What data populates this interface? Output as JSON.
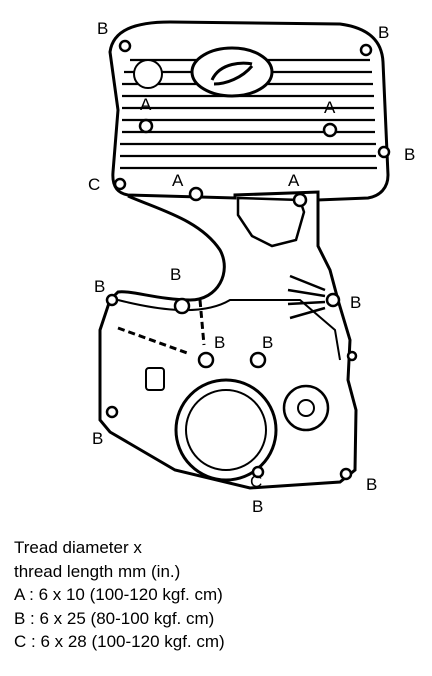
{
  "labels": {
    "a_top_left": "A",
    "a_top_right": "A",
    "a_mid_left": "A",
    "a_mid_right": "A",
    "b_top_left": "B",
    "b_top_right": "B",
    "b_right_upper": "B",
    "b_left_mid": "B",
    "b_inner_upper": "B",
    "b_right_mid": "B",
    "b_center_left": "B",
    "b_center_right": "B",
    "b_left_lower": "B",
    "b_bottom_right": "B",
    "b_bottom": "B",
    "c_left": "C",
    "c_bottom": "C"
  },
  "legend": {
    "heading_1": "Tread diameter x",
    "heading_2": "thread length mm (in.)",
    "line_a": "A : 6 x 10 (100-120 kgf. cm)",
    "line_b": "B : 6 x 25 (80-100 kgf. cm)",
    "line_c": "C : 6 x 28 (100-120 kgf. cm)"
  }
}
